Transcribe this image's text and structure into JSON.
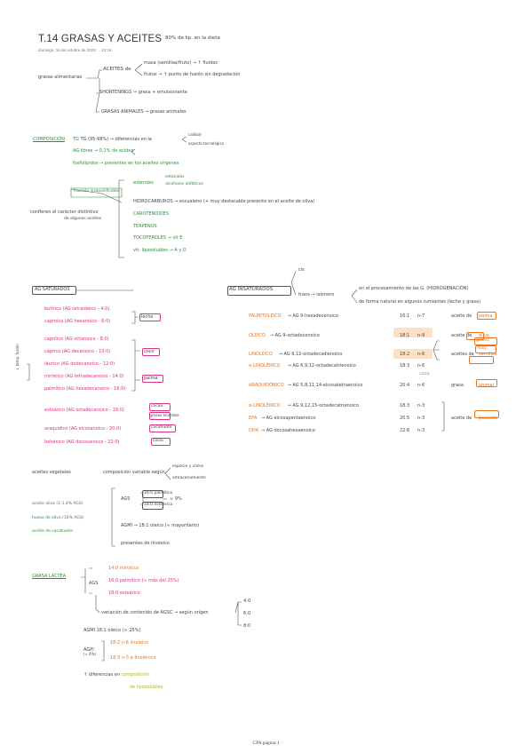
{
  "header": {
    "title": "T.14 GRASAS Y ACEITES",
    "date": "domingo, 15 de octubre de 2023",
    "time": "10:16",
    "note": "80% de lip. en la dieta"
  },
  "s1": {
    "root": "grasas alimentarias",
    "aceites": "ACEITES de",
    "masa": "masa (semillas/fruto) → ↑ fluidez",
    "frutos": "frutos → ↑ punto de fusión sin degradación",
    "shortening": "SHORTENINGS → grasa + emulsionante",
    "grasas": "GRASAS ANIMALES → grasas animales"
  },
  "s2": {
    "label": "COMPOSICIÓN",
    "tg": "TG (95-98%) → diferencias en la",
    "calidad": "calidad",
    "tecno": "aspecto tecnológico",
    "agl": "AG libres → 0,1% de acidez",
    "fosfolip": "fosfolípidos → presentes en los aceites vírgenes",
    "box": "fracción insaponificable",
    "confieren": "confieren el carácter distintivo",
    "aceites": "de algunos aceites",
    "esteroles": "esteroles",
    "estanoles": "estanoles",
    "alcoholes": "alcoholes alifáticos",
    "hidro": "HIDROCARBUROS → escualeno (+ muy destacable presente en el aceite de oliva)",
    "carot": "CAROTENOIDES",
    "terpenos": "TERPENOS",
    "tocof": "TOCOFEROLES → vit E",
    "vit": "vit. liposolubles → A y D"
  },
  "sat": {
    "label": "AG SATURADOS",
    "butirico": "butírico (AG tetraldeico - 4:0)",
    "caproico": "caproico (AG hexanoico - 6:0)",
    "leche": "leche",
    "caprilico": "caprílico (AG octanoico - 8:0)",
    "caprico": "cáprico (AG decanoico - 10:0)",
    "coco": "coco",
    "laurico": "láurico (AG dodecanoico - 12:0)",
    "miristico": "mirístico (AG tetradecanoico - 14:0)",
    "palmitico": "palmítico (AG hexadecanoico - 16:0)",
    "palma": "palma",
    "estearico": "esteárico (AG octadecanoico - 18:0)",
    "cacao": "cacao",
    "grasa": "grasas animales",
    "araquidico": "araquídico (AG eicosanoico - 20:0)",
    "cacahuete": "cacahuete",
    "behenico": "behénico (AG docosanoico - 22:0)",
    "colza": "colza",
    "side": "↓ temp. fusión"
  },
  "insat": {
    "label": "AG INSATURADOS",
    "cis": "cis",
    "trans": "trans → isómero",
    "proceso": "en el procesamiento de las G. (HIDROGENACIÓN)",
    "forma": "de forma natural en algunos rumiantes (leche y grasa)",
    "rows": [
      {
        "name": "PALMITOLEICO",
        "desc": "→ AG 9-hexadecenoico",
        "num": "16:1",
        "n": "n-7",
        "src": "aceite de",
        "srcv": "palma"
      },
      {
        "name": "OLEICO",
        "desc": "→ AG 9-octadecenoico",
        "num": "18:1",
        "n": "n-9",
        "src": "aceite de",
        "srcv": "oliva"
      },
      {
        "name": "LINOLEICO",
        "desc": "→ AG 9,12-octadecadienoico",
        "num": "18:2",
        "n": "n-6",
        "src": "aceites de",
        "srcv": "semillas"
      },
      {
        "name": "α-LINOLÉNICO",
        "desc": "→ AG 6,9,12-octadecatrienoico",
        "num": "18:3",
        "n": "n-6",
        "src": "",
        "srcv": ""
      },
      {
        "name": "ARAQUIDÓNICO",
        "desc": "→ AG 5,8,11,14-eicosatetraenoico",
        "num": "20:4",
        "n": "n-6",
        "src": "grasa",
        "srcv": "animal"
      },
      {
        "name": "α-LINOLÉNICO",
        "desc": "→ AG 9,12,15-octadecatrienoico",
        "num": "18:3",
        "n": "n-3",
        "src": "",
        "srcv": ""
      },
      {
        "name": "EPA",
        "desc": "→ AG eicosapentaenoico",
        "num": "20:5",
        "n": "n-3",
        "src": "aceite de",
        "srcv": "pescado"
      },
      {
        "name": "DHA",
        "desc": "→ AG docosahexaenoico",
        "num": "22:6",
        "n": "n-3",
        "src": "",
        "srcv": ""
      }
    ],
    "girasol": "girasol",
    "maiz": "maíz",
    "colza": "colza"
  },
  "s3": {
    "head": "aceites vegetales",
    "comp": "composición variable según",
    "especie": "especie y clima",
    "almacen": "almacenamiento",
    "oliva": "aceite oliva",
    "olivav": "(1-1,4% AGS)",
    "hueso": "hueso de oliva",
    "huesov": "(16% AGS)",
    "cacahuete": "aceite de cacahuete",
    "ags": "AGS",
    "r1": "16:0 palmítico",
    "r2": "18:0 esteárico",
    "pct": "≈ 9%",
    "agmi": "AGMI → 18:1 oleico (≈ mayoritario)",
    "pres": "presentes de linoleico"
  },
  "s4": {
    "label": "GRASA LÁCTEA",
    "ags": "AGS",
    "r1": "14:0 mirístico",
    "r2": "16:0 palmítico (≈ más del 25%)",
    "r3": "18:0 esteárico",
    "longa": "variación de contenido de AGSC → según origen",
    "n1": "4:0",
    "n2": "6:0",
    "n3": "8:0",
    "agmi": "AGMI 18:1 oleico (≈ 25%)",
    "agpi": "AGPI",
    "agpis": "(≈ 4%)",
    "p1": "18:2 n-6 linoleico",
    "p2": "18:3 n-3 α-linolénico",
    "fl": "↑ diferencias en",
    "fl1": "composición",
    "fl2": "de liposolubles"
  },
  "footer": "CPA página 1"
}
